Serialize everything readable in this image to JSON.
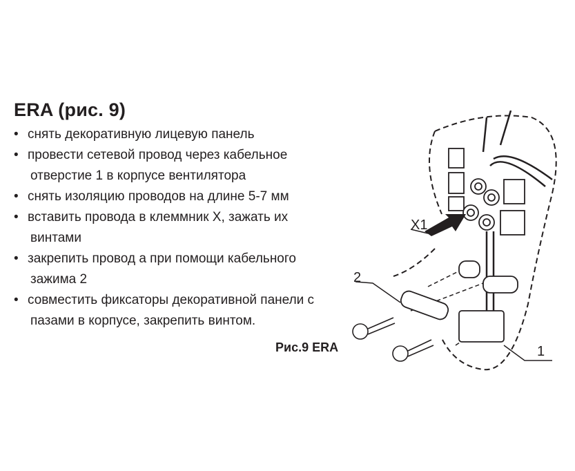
{
  "title": "ERA (рис. 9)",
  "steps": [
    {
      "text": "снять декоративную лицевую панель"
    },
    {
      "text": "провести сетевой провод через кабельное",
      "cont": "отверстие 1 в корпусе вентилятора"
    },
    {
      "text": "снять изоляцию проводов на длине 5-7 мм"
    },
    {
      "text": "вставить провода в клеммник X, зажать их",
      "cont": "винтами"
    },
    {
      "text": "закрепить провод а при помощи кабельного",
      "cont": "зажима 2"
    },
    {
      "text": "совместить фиксаторы декоративной панели с",
      "cont": "пазами в корпусе, закрепить винтом."
    }
  ],
  "bullet": "•",
  "caption": "Рис.9 ERA",
  "diagram": {
    "label_terminal": "X1",
    "label_clamp": "2",
    "label_hole": "1"
  }
}
